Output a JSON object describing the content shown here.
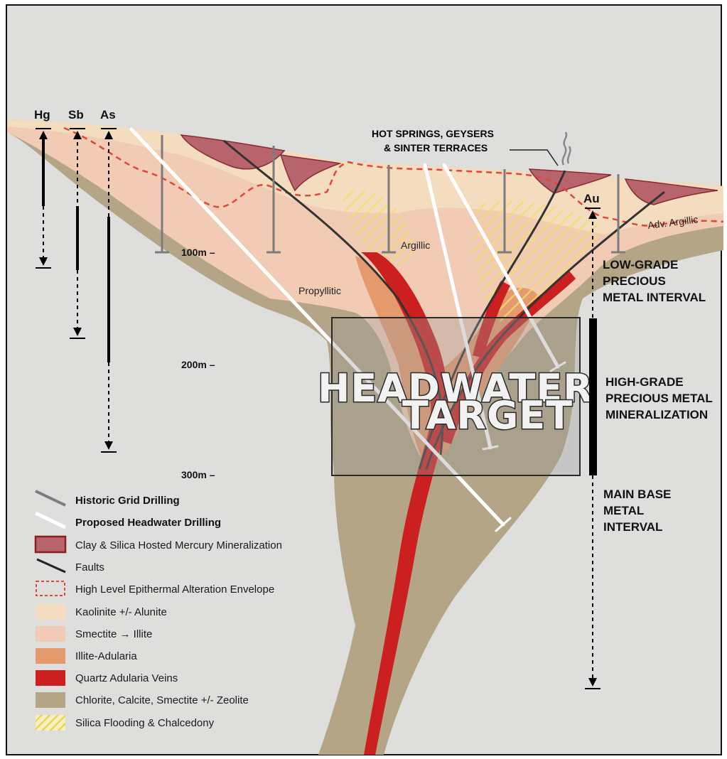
{
  "element_columns": [
    "Hg",
    "Sb",
    "As"
  ],
  "au_label": "Au",
  "depth_markers": [
    "100m –",
    "200m –",
    "300m –"
  ],
  "alteration_zones": {
    "argillic": "Argillic",
    "propyllitic": "Propyllitic",
    "adv_argillic": "Adv. Argillic"
  },
  "surface_callout": [
    "HOT SPRINGS, GEYSERS",
    "& SINTER TERRACES"
  ],
  "target_label": [
    "HEADWATER",
    "TARGET"
  ],
  "intervals": {
    "low_grade": [
      "LOW-GRADE",
      "PRECIOUS",
      "METAL INTERVAL"
    ],
    "high_grade": [
      "HIGH-GRADE",
      "PRECIOUS METAL",
      "MINERALIZATION"
    ],
    "base_metal": [
      "MAIN BASE",
      "METAL",
      "INTERVAL"
    ]
  },
  "legend": [
    {
      "label": "Historic Grid Drilling",
      "symbol": "grey-line",
      "bold": true
    },
    {
      "label": "Proposed Headwater Drilling",
      "symbol": "white-line",
      "bold": true
    },
    {
      "label": "Clay & Silica Hosted Mercury Mineralization",
      "symbol": "mercury-box",
      "bold": false
    },
    {
      "label": "Faults",
      "symbol": "fault-line",
      "bold": false
    },
    {
      "label": "High Level Epithermal Alteration Envelope",
      "symbol": "dashed-box",
      "bold": false
    },
    {
      "label": "Kaolinite +/- Alunite",
      "symbol": "kaolinite-box",
      "bold": false
    },
    {
      "label": "Smectite → Illite",
      "symbol": "smectite-box",
      "bold": false
    },
    {
      "label": "Illite-Adularia",
      "symbol": "illite-box",
      "bold": false
    },
    {
      "label": "Quartz Adularia Veins",
      "symbol": "quartz-box",
      "bold": false
    },
    {
      "label": "Chlorite, Calcite, Smectite +/- Zeolite",
      "symbol": "chlorite-box",
      "bold": false
    },
    {
      "label": "Silica Flooding & Chalcedony",
      "symbol": "silica-box",
      "bold": false
    }
  ],
  "colors": {
    "background": "#dededc",
    "chlorite": "#b3a586",
    "smectite": "#f2cbb4",
    "kaolinite": "#f4dcbf",
    "illite": "#e59a6e",
    "quartz_vein": "#cc1f1f",
    "mercury": "#b8646c",
    "envelope": "#e0463c",
    "silica": "#f0e07a",
    "target_box": "#2a2a2a"
  }
}
